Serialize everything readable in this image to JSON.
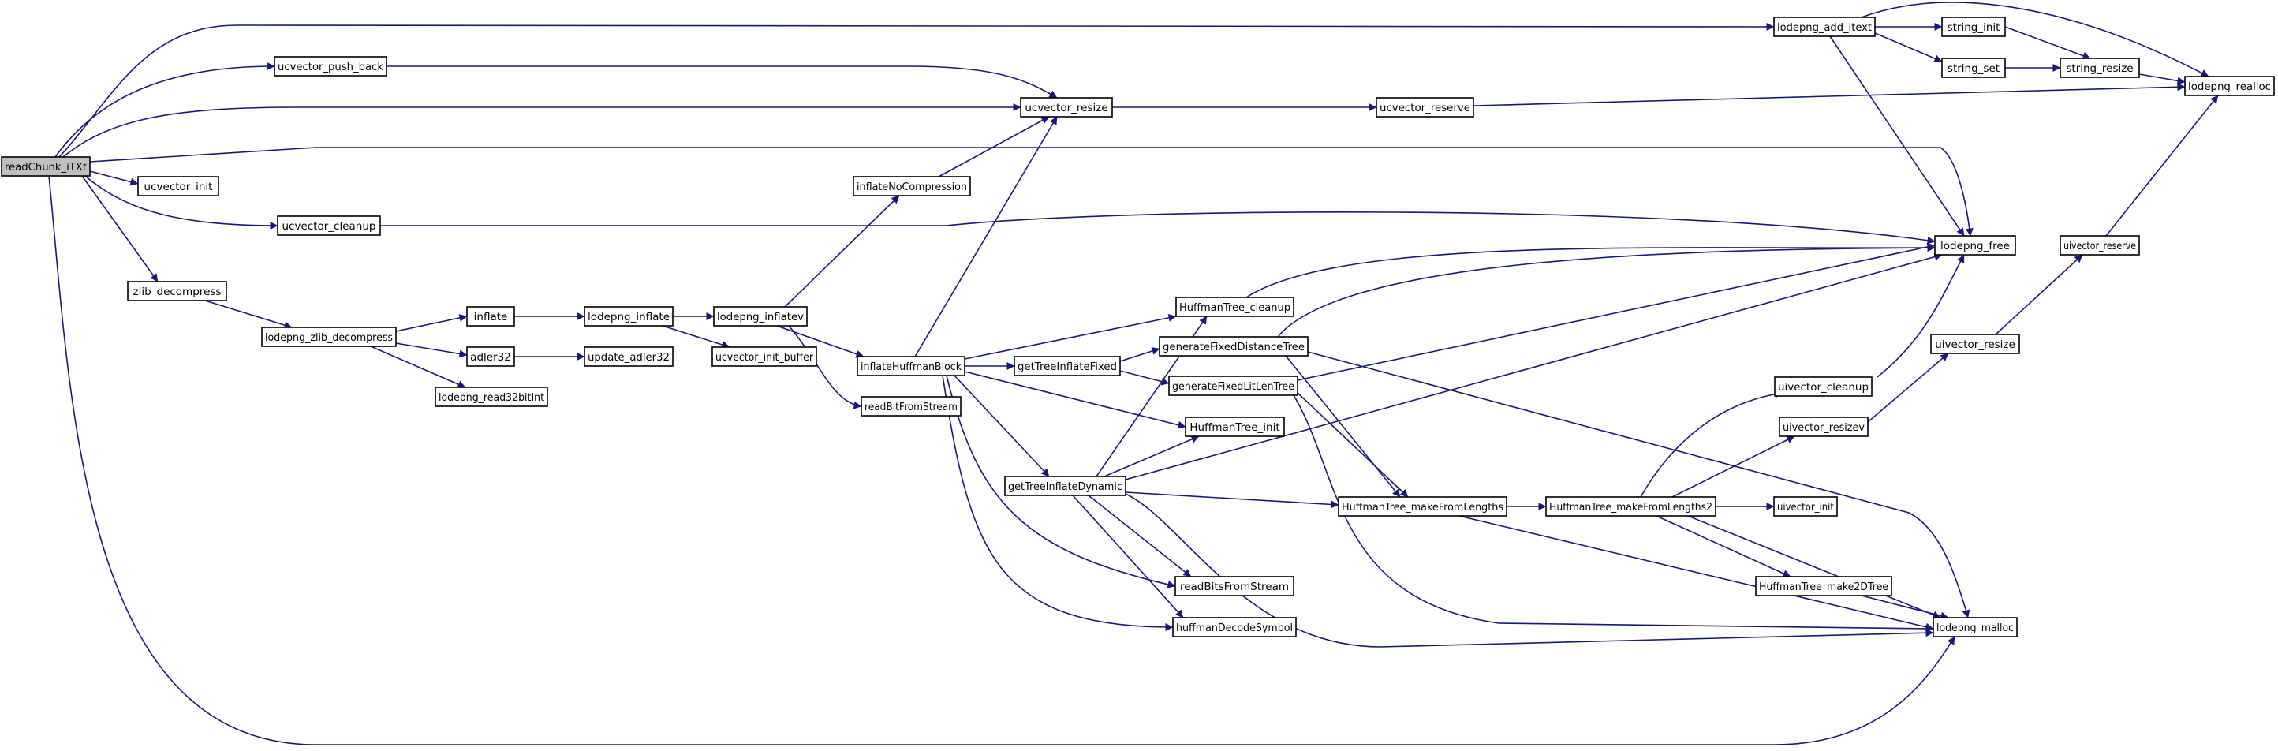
{
  "graph": {
    "title": "readChunk_iTXt",
    "colors": {
      "edge": "#191970",
      "node_border": "#000000",
      "root_fill": "#bfbfbf",
      "node_fill": "#ffffff"
    },
    "nodes": [
      {
        "id": "readChunk_iTXt",
        "label": "readChunk_iTXt",
        "root": true
      },
      {
        "id": "lodepng_add_itext",
        "label": "lodepng_add_itext"
      },
      {
        "id": "string_init",
        "label": "string_init"
      },
      {
        "id": "lodepng_realloc",
        "label": "lodepng_realloc"
      },
      {
        "id": "string_set",
        "label": "string_set"
      },
      {
        "id": "string_resize",
        "label": "string_resize"
      },
      {
        "id": "ucvector_push_back",
        "label": "ucvector_push_back"
      },
      {
        "id": "ucvector_resize",
        "label": "ucvector_resize"
      },
      {
        "id": "ucvector_reserve",
        "label": "ucvector_reserve"
      },
      {
        "id": "ucvector_init",
        "label": "ucvector_init"
      },
      {
        "id": "inflateNoCompression",
        "label": "inflateNoCompression"
      },
      {
        "id": "ucvector_cleanup",
        "label": "ucvector_cleanup"
      },
      {
        "id": "lodepng_free",
        "label": "lodepng_free"
      },
      {
        "id": "uivector_reserve",
        "label": "uivector_reserve"
      },
      {
        "id": "zlib_decompress",
        "label": "zlib_decompress"
      },
      {
        "id": "inflate",
        "label": "inflate"
      },
      {
        "id": "lodepng_inflate",
        "label": "lodepng_inflate"
      },
      {
        "id": "lodepng_inflatev",
        "label": "lodepng_inflatev"
      },
      {
        "id": "HuffmanTree_cleanup",
        "label": "HuffmanTree_cleanup"
      },
      {
        "id": "lodepng_zlib_decompress",
        "label": "lodepng_zlib_decompress"
      },
      {
        "id": "adler32",
        "label": "adler32"
      },
      {
        "id": "update_adler32",
        "label": "update_adler32"
      },
      {
        "id": "ucvector_init_buffer",
        "label": "ucvector_init_buffer"
      },
      {
        "id": "inflateHuffmanBlock",
        "label": "inflateHuffmanBlock"
      },
      {
        "id": "getTreeInflateFixed",
        "label": "getTreeInflateFixed"
      },
      {
        "id": "generateFixedDistanceTree",
        "label": "generateFixedDistanceTree"
      },
      {
        "id": "uivector_resize",
        "label": "uivector_resize"
      },
      {
        "id": "lodepng_read32bitInt",
        "label": "lodepng_read32bitInt"
      },
      {
        "id": "generateFixedLitLenTree",
        "label": "generateFixedLitLenTree"
      },
      {
        "id": "uivector_cleanup",
        "label": "uivector_cleanup"
      },
      {
        "id": "readBitFromStream",
        "label": "readBitFromStream"
      },
      {
        "id": "HuffmanTree_init",
        "label": "HuffmanTree_init"
      },
      {
        "id": "uivector_resizev",
        "label": "uivector_resizev"
      },
      {
        "id": "getTreeInflateDynamic",
        "label": "getTreeInflateDynamic"
      },
      {
        "id": "HuffmanTree_makeFromLengths",
        "label": "HuffmanTree_makeFromLengths"
      },
      {
        "id": "HuffmanTree_makeFromLengths2",
        "label": "HuffmanTree_makeFromLengths2"
      },
      {
        "id": "uivector_init",
        "label": "uivector_init"
      },
      {
        "id": "HuffmanTree_make2DTree",
        "label": "HuffmanTree_make2DTree"
      },
      {
        "id": "readBitsFromStream",
        "label": "readBitsFromStream"
      },
      {
        "id": "lodepng_malloc",
        "label": "lodepng_malloc"
      },
      {
        "id": "huffmanDecodeSymbol",
        "label": "huffmanDecodeSymbol"
      }
    ],
    "edges": [
      [
        "readChunk_iTXt",
        "lodepng_add_itext"
      ],
      [
        "readChunk_iTXt",
        "ucvector_push_back"
      ],
      [
        "readChunk_iTXt",
        "ucvector_resize"
      ],
      [
        "readChunk_iTXt",
        "lodepng_free"
      ],
      [
        "readChunk_iTXt",
        "ucvector_init"
      ],
      [
        "readChunk_iTXt",
        "ucvector_cleanup"
      ],
      [
        "readChunk_iTXt",
        "zlib_decompress"
      ],
      [
        "readChunk_iTXt",
        "lodepng_malloc"
      ],
      [
        "lodepng_add_itext",
        "string_init"
      ],
      [
        "lodepng_add_itext",
        "string_set"
      ],
      [
        "lodepng_add_itext",
        "lodepng_realloc"
      ],
      [
        "lodepng_add_itext",
        "lodepng_free"
      ],
      [
        "string_init",
        "string_resize"
      ],
      [
        "string_set",
        "string_resize"
      ],
      [
        "string_resize",
        "lodepng_realloc"
      ],
      [
        "ucvector_push_back",
        "ucvector_resize"
      ],
      [
        "ucvector_resize",
        "ucvector_reserve"
      ],
      [
        "ucvector_reserve",
        "lodepng_realloc"
      ],
      [
        "ucvector_cleanup",
        "lodepng_free"
      ],
      [
        "zlib_decompress",
        "lodepng_zlib_decompress"
      ],
      [
        "lodepng_zlib_decompress",
        "inflate"
      ],
      [
        "lodepng_zlib_decompress",
        "adler32"
      ],
      [
        "lodepng_zlib_decompress",
        "lodepng_read32bitInt"
      ],
      [
        "inflate",
        "lodepng_inflate"
      ],
      [
        "adler32",
        "update_adler32"
      ],
      [
        "lodepng_inflate",
        "lodepng_inflatev"
      ],
      [
        "lodepng_inflate",
        "ucvector_init_buffer"
      ],
      [
        "lodepng_inflatev",
        "inflateNoCompression"
      ],
      [
        "lodepng_inflatev",
        "inflateHuffmanBlock"
      ],
      [
        "lodepng_inflatev",
        "readBitFromStream"
      ],
      [
        "inflateNoCompression",
        "ucvector_resize"
      ],
      [
        "inflateHuffmanBlock",
        "ucvector_resize"
      ],
      [
        "inflateHuffmanBlock",
        "HuffmanTree_cleanup"
      ],
      [
        "inflateHuffmanBlock",
        "getTreeInflateFixed"
      ],
      [
        "inflateHuffmanBlock",
        "HuffmanTree_init"
      ],
      [
        "inflateHuffmanBlock",
        "getTreeInflateDynamic"
      ],
      [
        "inflateHuffmanBlock",
        "readBitsFromStream"
      ],
      [
        "inflateHuffmanBlock",
        "huffmanDecodeSymbol"
      ],
      [
        "HuffmanTree_cleanup",
        "lodepng_free"
      ],
      [
        "getTreeInflateFixed",
        "generateFixedDistanceTree"
      ],
      [
        "getTreeInflateFixed",
        "generateFixedLitLenTree"
      ],
      [
        "generateFixedDistanceTree",
        "lodepng_free"
      ],
      [
        "generateFixedDistanceTree",
        "HuffmanTree_makeFromLengths"
      ],
      [
        "generateFixedDistanceTree",
        "lodepng_malloc"
      ],
      [
        "generateFixedLitLenTree",
        "lodepng_free"
      ],
      [
        "generateFixedLitLenTree",
        "HuffmanTree_makeFromLengths"
      ],
      [
        "generateFixedLitLenTree",
        "lodepng_malloc"
      ],
      [
        "getTreeInflateDynamic",
        "HuffmanTree_cleanup"
      ],
      [
        "getTreeInflateDynamic",
        "HuffmanTree_init"
      ],
      [
        "getTreeInflateDynamic",
        "lodepng_free"
      ],
      [
        "getTreeInflateDynamic",
        "HuffmanTree_makeFromLengths"
      ],
      [
        "getTreeInflateDynamic",
        "readBitsFromStream"
      ],
      [
        "getTreeInflateDynamic",
        "huffmanDecodeSymbol"
      ],
      [
        "getTreeInflateDynamic",
        "lodepng_malloc"
      ],
      [
        "HuffmanTree_makeFromLengths",
        "HuffmanTree_makeFromLengths2"
      ],
      [
        "HuffmanTree_makeFromLengths",
        "lodepng_malloc"
      ],
      [
        "HuffmanTree_makeFromLengths2",
        "uivector_cleanup"
      ],
      [
        "HuffmanTree_makeFromLengths2",
        "uivector_resizev"
      ],
      [
        "HuffmanTree_makeFromLengths2",
        "uivector_init"
      ],
      [
        "HuffmanTree_makeFromLengths2",
        "HuffmanTree_make2DTree"
      ],
      [
        "HuffmanTree_makeFromLengths2",
        "lodepng_malloc"
      ],
      [
        "HuffmanTree_make2DTree",
        "lodepng_malloc"
      ],
      [
        "uivector_cleanup",
        "lodepng_free"
      ],
      [
        "uivector_resizev",
        "uivector_resize"
      ],
      [
        "uivector_resize",
        "uivector_reserve"
      ],
      [
        "uivector_reserve",
        "lodepng_realloc"
      ]
    ]
  }
}
